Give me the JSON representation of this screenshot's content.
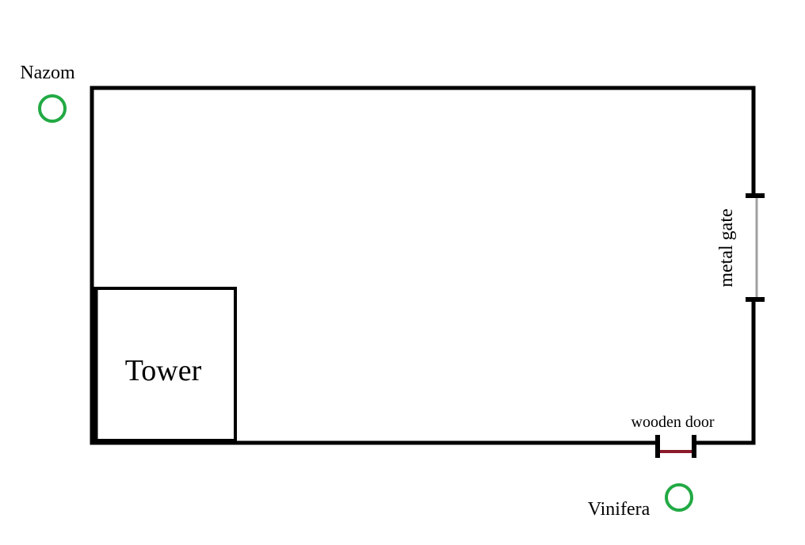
{
  "labels": {
    "nazom": "Nazom",
    "tower": "Tower",
    "metal_gate": "metal gate",
    "wooden_door": "wooden door",
    "vinifera": "Vinifera"
  },
  "colors": {
    "wall": "#000000",
    "marker": "#22aa44",
    "wooden_door": "#8b1a2b",
    "metal_gate": "#a0a0a0",
    "background": "#ffffff"
  }
}
